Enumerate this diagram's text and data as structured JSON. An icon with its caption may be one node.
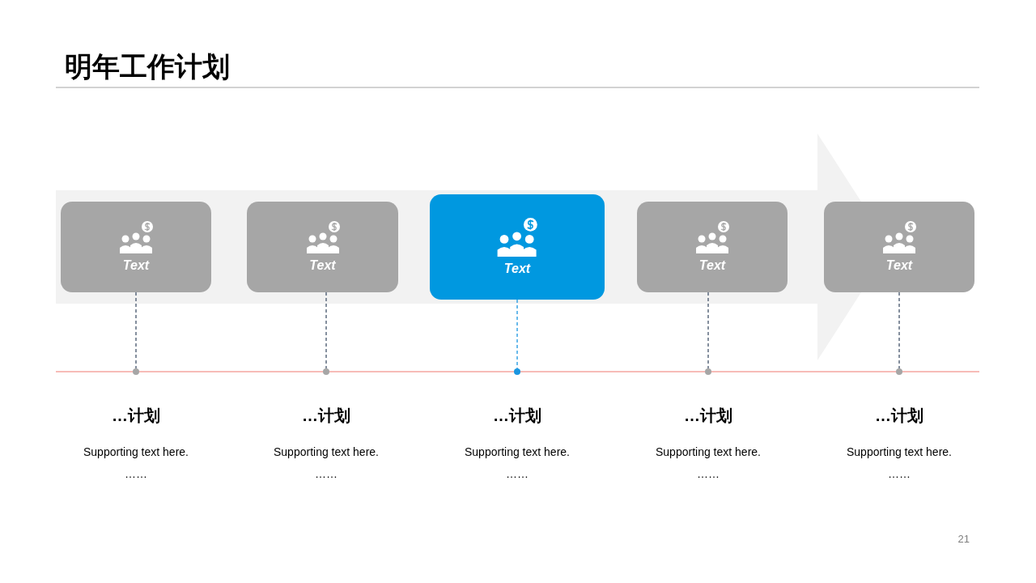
{
  "diagram": {
    "title": "明年工作计划",
    "nodes": [
      {
        "text": [
          "Text"
        ]
      },
      {
        "text": [
          "Text"
        ]
      },
      {
        "text": [
          "Text"
        ]
      },
      {
        "text": [
          "Text"
        ]
      },
      {
        "text": [
          "Text"
        ]
      },
      {
        "text": [],
        "shape": "circle"
      },
      {
        "text": [],
        "shape": "circle"
      },
      {
        "text": [],
        "shape": "circle"
      },
      {
        "text": [],
        "shape": "circle"
      },
      {
        "text": [],
        "shape": "circle"
      }
    ],
    "edges": [
      {
        "from": 0,
        "to": 5,
        "arrow": "none",
        "style": "dashed"
      },
      {
        "from": 1,
        "to": 6,
        "arrow": "none",
        "style": "dashed"
      },
      {
        "from": 2,
        "to": 7,
        "arrow": "none",
        "style": "dashed",
        "color": "#1a96e0"
      },
      {
        "from": 3,
        "to": 8,
        "arrow": "none",
        "style": "dashed"
      },
      {
        "from": 4,
        "to": 9,
        "arrow": "none",
        "style": "dashed"
      }
    ],
    "labels": [
      "…计划",
      "Supporting text here.",
      "……",
      "…计划",
      "Supporting text here.",
      "……",
      "…计划",
      "Supporting text here.",
      "……",
      "…计划",
      "Supporting text here.",
      "……",
      "…计划",
      "Supporting text here.",
      "……",
      "21"
    ]
  }
}
